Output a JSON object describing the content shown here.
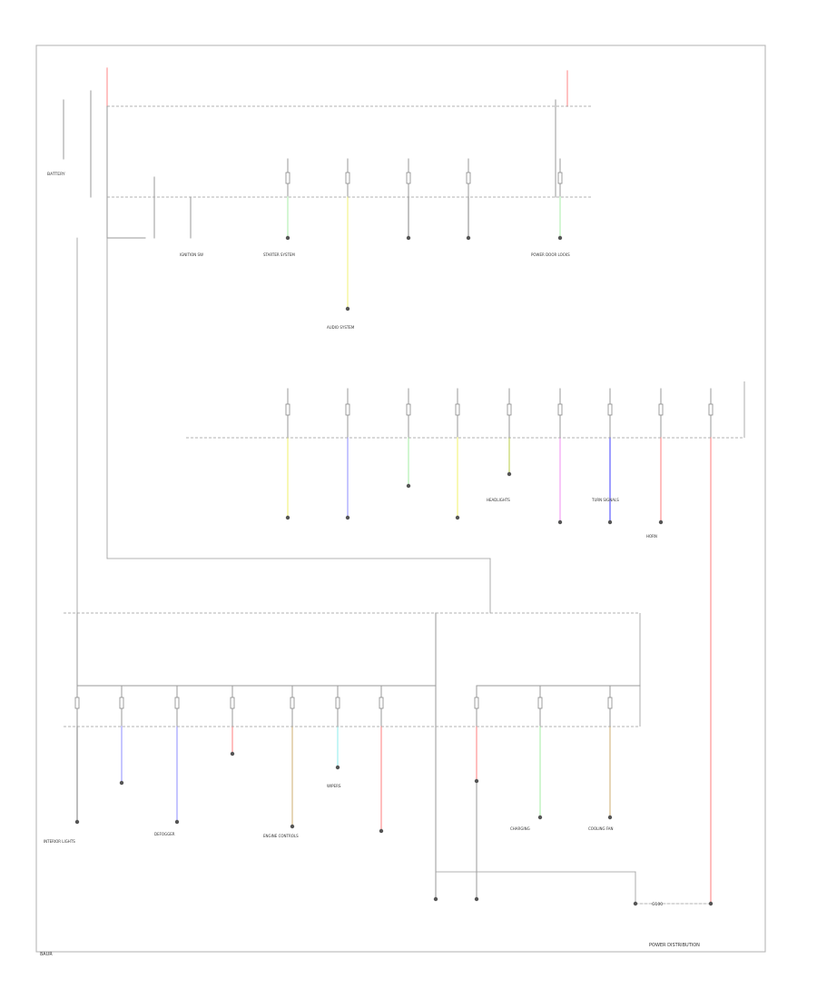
{
  "labels": {
    "battery": "BATTERY",
    "ground": "G100",
    "footer_left": "8AUR",
    "footer_right": "POWER DISTRIBUTION",
    "wire_colors": [
      "RED",
      "WHT",
      "GRN",
      "YEL",
      "BLU",
      "VIO",
      "PNK",
      "BRN",
      "GRY",
      "LT GRN",
      "DK BLU",
      "ORN",
      "TAN"
    ],
    "top_components": [
      "IGNITION SW",
      "STARTER SYSTEM",
      "AUDIO SYSTEM",
      "POWER DOOR LOCKS",
      "HEADLIGHTS",
      "TURN SIGNALS",
      "HORN"
    ],
    "bottom_components": [
      "INTERIOR LIGHTS",
      "DEFOGGER",
      "ENGINE CONTROLS",
      "WIPERS",
      "CHARGING",
      "COOLING FAN"
    ]
  },
  "colors": {
    "red": "#ff9a9a",
    "green": "#b8f0b8",
    "yellow": "#f4f48c",
    "violet": "#a8a8ff",
    "pink": "#f4a8f4",
    "tan": "#d8c090",
    "olive": "#c8d870",
    "cyan": "#a8f0f0",
    "blue": "#6a6aff"
  }
}
